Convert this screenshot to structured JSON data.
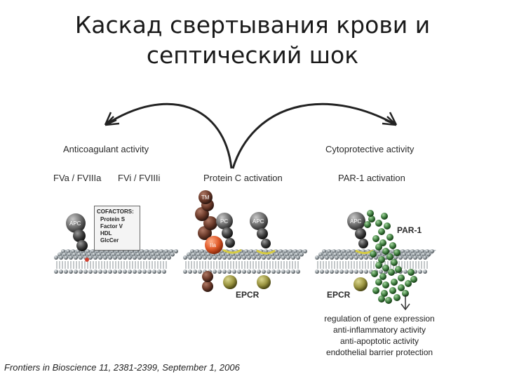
{
  "title": {
    "line1": "Каскад свертывания крови и",
    "line2": "септический шок"
  },
  "headers": {
    "anticoagulant": "Anticoagulant  activity",
    "cytoprotective": "Cytoprotective  activity"
  },
  "subheaders": {
    "fva": "FVa / FVIIIa",
    "fvi": "FVi / FVIIIi",
    "protein_c": "Protein  C  activation",
    "par1": "PAR-1  activation"
  },
  "cofactors": {
    "title": "COFACTORS:",
    "items": [
      "Protein S",
      "Factor V",
      "HDL",
      "GlcCer"
    ]
  },
  "molecules": {
    "apc": "APC",
    "pc": "PC",
    "tm": "TM",
    "iia": "IIa",
    "par1": "PAR-1",
    "epcr": "EPCR"
  },
  "outcomes": [
    "regulation of gene expression",
    "anti-inflammatory activity",
    "anti-apoptotic  activity",
    "endothelial barrier protection"
  ],
  "citation": "Frontiers in Bioscience 11, 2381-2399, September 1, 2006",
  "colors": {
    "apc_gray": "#6e6e6e",
    "tm_brown": "#6b3a2a",
    "thrombin_orange": "#e05a2a",
    "epcr_olive": "#9a9440",
    "par1_green": "#3f7d3f",
    "membrane_gray": "#9aa0a4"
  }
}
